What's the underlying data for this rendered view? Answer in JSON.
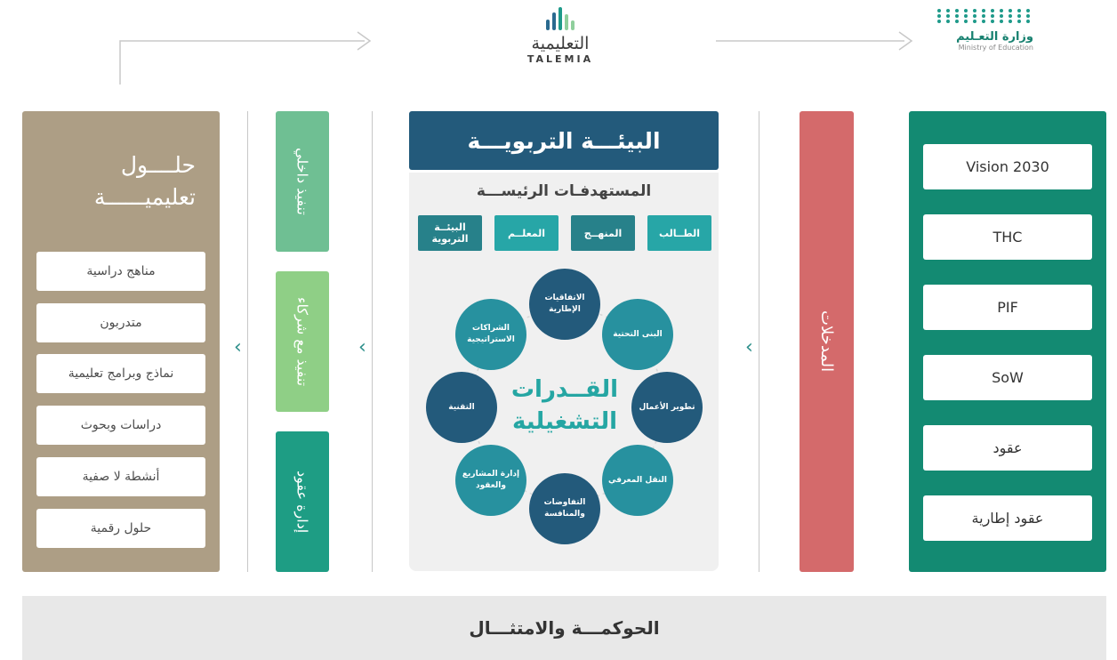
{
  "header": {
    "talemia_ar": "التعليمية",
    "talemia_en": "TALEMIA",
    "moe_ar": "وزارة التعـليم",
    "moe_en": "Ministry of Education",
    "brand_colors": [
      "#1e9a8a",
      "#235a7b",
      "#8fcf9c"
    ]
  },
  "solutions": {
    "title_line1": "حلــــول",
    "title_line2": "تعليميــــــة",
    "items": [
      "مناهج دراسية",
      "متدربون",
      "نماذج وبرامج تعليمية",
      "دراسات وبحوث",
      "أنشطة لا صفية",
      "حلول رقمية"
    ]
  },
  "execution": {
    "internal": "تنفيذ داخلي",
    "partners": "تنفيذ مع شركاء",
    "contracts": "إدارة عقود"
  },
  "environment": {
    "title": "البيئـــة التربويـــة",
    "targets_title": "المستهدفـات الرئيســـة",
    "targets": [
      "الطــالب",
      "المنهــج",
      "المعلــم",
      "البيئــة التربوية"
    ],
    "center_line1": "القــدرات",
    "center_line2": "التشغيلية",
    "capabilities": [
      "الاتفاقيات الإطارية",
      "البنى التحتية",
      "تطوير الأعمال",
      "النقل المعرفي",
      "التفاوضات والمنافسة",
      "إدارة المشاريع والعقود",
      "التقنية",
      "الشراكات الاستراتيجية"
    ]
  },
  "inputs": {
    "label": "المدخلات",
    "items": [
      "Vision 2030",
      "THC",
      "PIF",
      "SoW",
      "عقود",
      "عقود إطارية"
    ]
  },
  "governance": "الحوكمـــة والامتثـــال",
  "colors": {
    "solutions_bg": "#ad9e85",
    "internal": "#6fbf93",
    "partners": "#8fcf86",
    "contracts": "#1e9d84",
    "env_header": "#235a7b",
    "inputs": "#d46a6b",
    "right_column": "#138a72",
    "circle_dark": "#235a7b",
    "circle_teal": "#27919f"
  }
}
